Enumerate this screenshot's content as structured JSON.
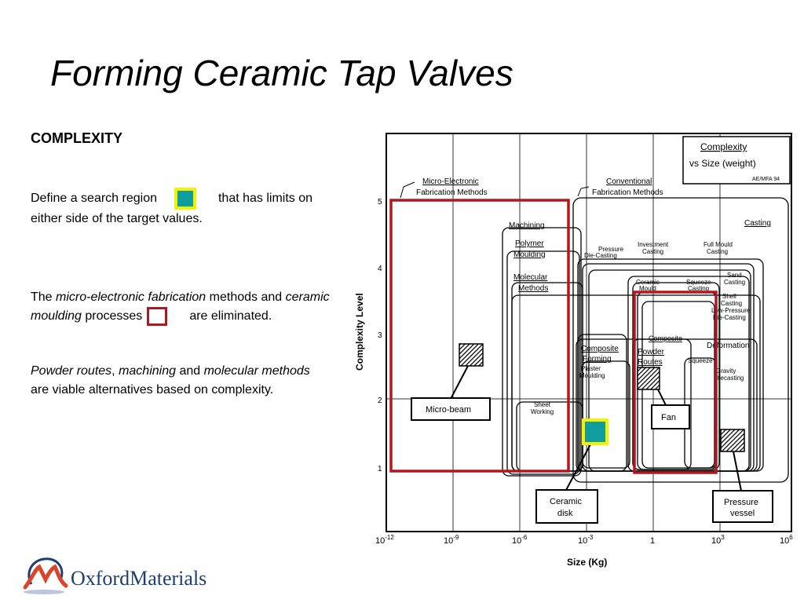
{
  "slide": {
    "title": "Forming Ceramic Tap Valves",
    "heading": "COMPLEXITY",
    "p1": {
      "a": "Define a search region",
      "b": "that has limits  on either side of the target values."
    },
    "p2": {
      "a": "The ",
      "b": "micro-electronic fabrication",
      "c": " methods and ",
      "d": "ceramic moulding",
      "e": " processes",
      "f": "are eliminated."
    },
    "p3": {
      "a": "Powder routes",
      "b": ", ",
      "c": "machining",
      "d": " and ",
      "e": "molecular methods",
      "f": " are viable alternatives based on complexity."
    },
    "colors": {
      "search": "#0e9e9e",
      "search_border": "#f3f300",
      "eliminated": "#b0181f"
    }
  },
  "logo": {
    "brand1": "Oxford",
    "brand2": "Materials"
  },
  "diagram": {
    "title1": "Complexity",
    "title2": "vs Size (weight)",
    "code": "AE/MFA 94",
    "ylabel": "Complexity Level",
    "xlabel": "Size  (Kg)",
    "yticks": [
      "5",
      "4",
      "3",
      "2",
      "1"
    ],
    "xticks": [
      {
        "b": "10",
        "e": "-12"
      },
      {
        "b": "10",
        "e": "-9"
      },
      {
        "b": "10",
        "e": "-6"
      },
      {
        "b": "10",
        "e": "-3"
      },
      {
        "b": "1",
        "e": ""
      },
      {
        "b": "10",
        "e": "3"
      },
      {
        "b": "10",
        "e": "6"
      }
    ],
    "labels": {
      "micro1": "Micro-Electronic",
      "micro2": "Fabrication Methods",
      "conv1": "Conventional",
      "conv2": "Fabrication Methods",
      "machining": "Machining",
      "polymer1": "Polymer",
      "polymer2": "Moulding",
      "molecular1": "Molecular",
      "molecular2": "Methods",
      "casting": "Casting",
      "pressure1": "Pressure",
      "pressure2": "Die-Casting",
      "invest1": "Investment",
      "invest2": "Casting",
      "fullmould1": "Full Mould",
      "fullmould2": "Casting",
      "sand1": "Sand",
      "sand2": "Casting",
      "ceramicmould1": "Ceramic",
      "ceramicmould2": "Mould",
      "squeeze1": "Squeeze",
      "squeeze2": "Casting",
      "shell1": "Shell",
      "shell2": "Casting",
      "lowpressure1": "Low-Pressure",
      "lowpressure2": "Die-Casting",
      "composite1": "Composite",
      "composite2": "Forming",
      "powder1": "Powder",
      "powder2": "Routes",
      "squeezeb": "Squeeze",
      "deformation": "Deformation",
      "plaster1": "Plaster",
      "plaster2": "Moulding",
      "gravity1": "Gravity",
      "gravity2": "Diecasting",
      "sheet1": "Sheet",
      "sheet2": "Working",
      "microbeam": "Micro-beam",
      "fan": "Fan",
      "ceramicdisk1": "Ceramic",
      "ceramicdisk2": "disk",
      "pvessel1": "Pressure",
      "pvessel2": "vessel"
    }
  }
}
